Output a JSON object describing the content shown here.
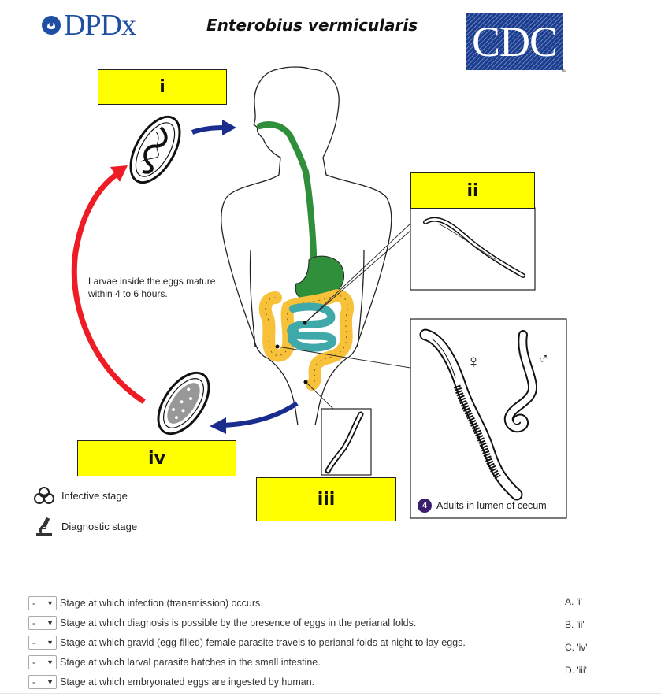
{
  "header": {
    "left_logo_text": "DPDx",
    "title": "Enterobius vermicularis",
    "right_logo_text": "CDC",
    "right_logo_tm": "TM"
  },
  "labels": {
    "box_i": "i",
    "box_ii": "ii",
    "box_iii": "iii",
    "box_iv": "iv"
  },
  "notes": {
    "larvae": "Larvae inside the eggs mature within 4 to 6 hours.",
    "adults_number": "4",
    "adults": "Adults in lumen of cecum"
  },
  "legend": {
    "infective": "Infective stage",
    "diagnostic": "Diagnostic stage"
  },
  "symbols": {
    "female": "♀",
    "male": "♂"
  },
  "colors": {
    "label_box": "#ffff00",
    "arrow_red": "#ee1c24",
    "arrow_blue": "#1b2c8f",
    "esophagus_green": "#2f8f3a",
    "colon_yellow": "#f7c13a",
    "small_intestine_teal": "#3fa8a8",
    "cdc_blue": "#1a3d91",
    "dpdx_blue": "#1f4fa3"
  },
  "questions": [
    {
      "selected": "-",
      "text": "Stage at which infection (transmission) occurs."
    },
    {
      "selected": "-",
      "text": "Stage at which diagnosis is possible by the presence of eggs in the perianal folds."
    },
    {
      "selected": "-",
      "text": "Stage at which gravid (egg-filled) female parasite travels to perianal folds at night to lay eggs."
    },
    {
      "selected": "-",
      "text": "Stage at which larval parasite hatches in the small intestine."
    },
    {
      "selected": "-",
      "text": "Stage at which embryonated eggs are ingested by human."
    }
  ],
  "answers": [
    "A. 'i'",
    "B. 'ii'",
    "C. 'iv'",
    "D. 'iii'"
  ]
}
